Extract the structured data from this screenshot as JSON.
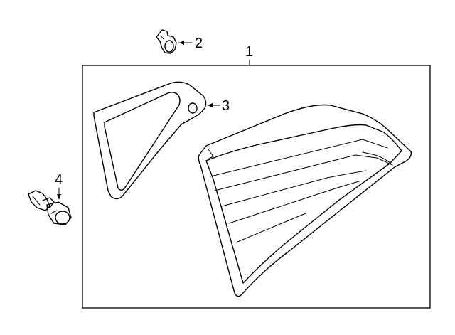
{
  "callouts": {
    "assembly": "1",
    "nut": "2",
    "gasket": "3",
    "socket": "4"
  },
  "colors": {
    "ink": "#000000",
    "background": "#ffffff"
  }
}
